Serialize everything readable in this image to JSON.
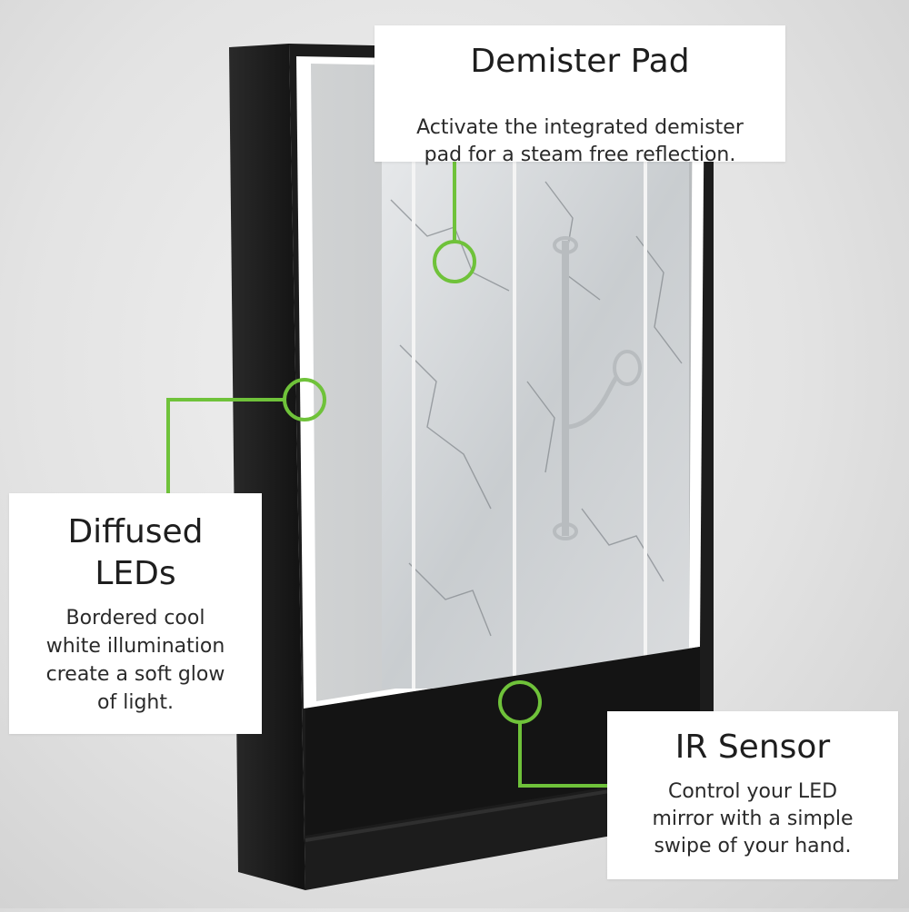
{
  "callouts": {
    "demister": {
      "title": "Demister Pad",
      "desc_line1": "Activate the integrated demister",
      "desc_line2": "pad for a steam free reflection."
    },
    "leds": {
      "title_line1": "Diffused",
      "title_line2": "LEDs",
      "desc_line1": "Bordered cool",
      "desc_line2": "white illumination",
      "desc_line3": "create a soft glow",
      "desc_line4": "of light."
    },
    "ir": {
      "title": "IR Sensor",
      "desc_line1": "Control your LED",
      "desc_line2": "mirror with a simple",
      "desc_line3": "swipe of your hand."
    }
  },
  "colors": {
    "accent_green": "#6fc23a",
    "frame": "#1c1c1c",
    "led_glow": "#ffffff"
  }
}
